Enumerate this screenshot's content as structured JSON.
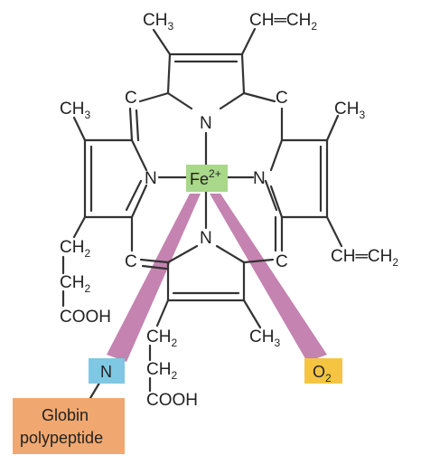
{
  "colors": {
    "bond": "#333333",
    "fe_box": "#a8d88a",
    "n_box": "#7ec8e3",
    "o2_box": "#f5c542",
    "globin_box": "#f0a870",
    "connector": "#c483b0"
  },
  "labels": {
    "top_ch3": "CH",
    "top_ch3_sub": "3",
    "top_vinyl": "CH═CH",
    "top_vinyl_sub": "2",
    "left_ch3": "CH",
    "left_ch3_sub": "3",
    "right_ch3": "CH",
    "right_ch3_sub": "3",
    "right_vinyl": "CH═CH",
    "right_vinyl_sub": "2",
    "bottom_ch3": "CH",
    "bottom_ch3_sub": "3",
    "c_top_left": "C",
    "c_top_right": "C",
    "c_bottom_left": "C",
    "c_bottom_right": "C",
    "n_top": "N",
    "n_left": "N",
    "n_right": "N",
    "n_bottom": "N",
    "left_chain_ch2_1": "CH",
    "left_chain_ch2_1_sub": "2",
    "left_chain_ch2_2": "CH",
    "left_chain_ch2_2_sub": "2",
    "left_chain_cooh": "COOH",
    "bottom_chain_ch2_1": "CH",
    "bottom_chain_ch2_1_sub": "2",
    "bottom_chain_ch2_2": "CH",
    "bottom_chain_ch2_2_sub": "2",
    "bottom_chain_cooh": "COOH"
  },
  "fe_box": {
    "text": "Fe",
    "superscript": "2+"
  },
  "n_box": {
    "text": "N"
  },
  "o2_box": {
    "text": "O",
    "subscript": "2"
  },
  "globin_box": {
    "line1": "Globin",
    "line2": "polypeptide"
  }
}
